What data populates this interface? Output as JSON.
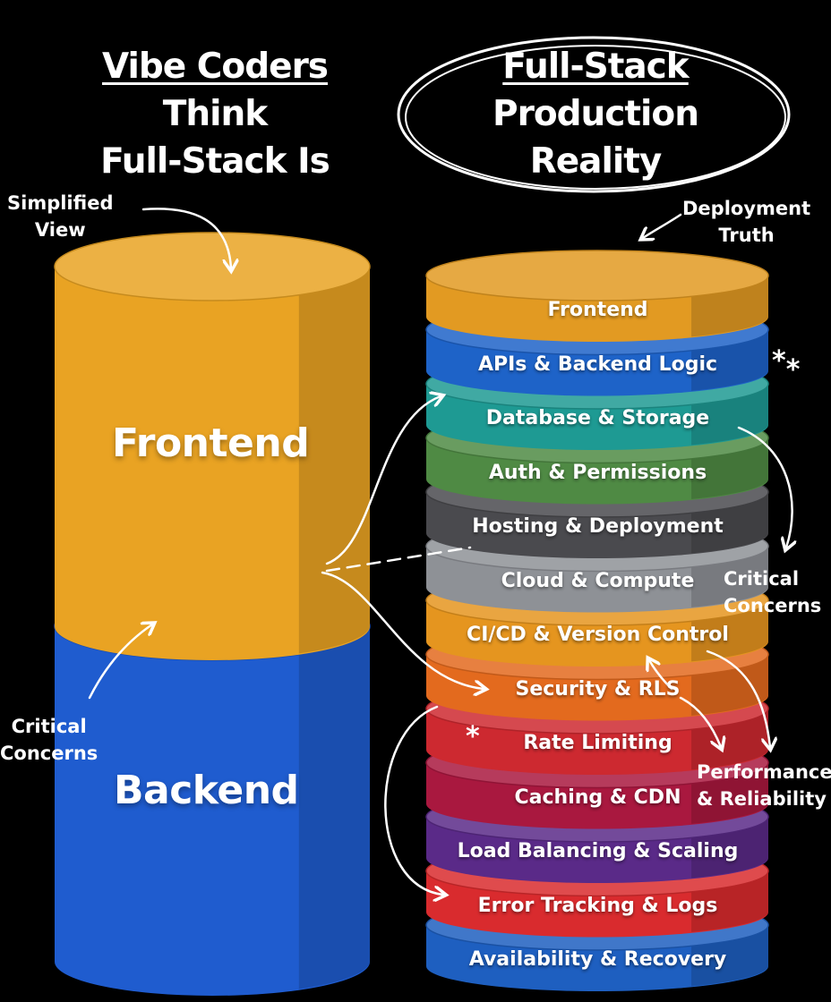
{
  "left_title": {
    "line1": "Vibe Coders",
    "line2": "Think",
    "line3": "Full-Stack Is"
  },
  "right_title": {
    "line1": "Full-Stack",
    "line2": "Production",
    "line3": "Reality"
  },
  "notes": {
    "simplified_view": {
      "line1": "Simplified",
      "line2": "View"
    },
    "deployment_truth": {
      "line1": "Deployment",
      "line2": "Truth"
    },
    "critical_concerns_left": {
      "line1": "Critical",
      "line2": "Concerns"
    },
    "critical_concerns_right": {
      "line1": "Critical",
      "line2": "Concerns"
    },
    "performance_reliability": {
      "line1": "Performance",
      "line2": "& Reliability"
    }
  },
  "simplified_stack": [
    {
      "label": "Frontend",
      "color": "#E9A323"
    },
    {
      "label": "Backend",
      "color": "#1F5CCF"
    }
  ],
  "production_stack": [
    {
      "label": "Frontend",
      "color": "#E29A22"
    },
    {
      "label": "APIs & Backend Logic",
      "color": "#1E63C8"
    },
    {
      "label": "Database & Storage",
      "color": "#1E9A93"
    },
    {
      "label": "Auth & Permissions",
      "color": "#4F8A44"
    },
    {
      "label": "Hosting & Deployment",
      "color": "#4A4A4E"
    },
    {
      "label": "Cloud & Compute",
      "color": "#8E9196"
    },
    {
      "label": "CI/CD & Version Control",
      "color": "#E5951F"
    },
    {
      "label": "Security & RLS",
      "color": "#E36A1E"
    },
    {
      "label": "Rate Limiting",
      "color": "#CD2930"
    },
    {
      "label": "Caching & CDN",
      "color": "#A9183F"
    },
    {
      "label": "Load Balancing & Scaling",
      "color": "#5A2A88"
    },
    {
      "label": "Error Tracking & Logs",
      "color": "#D92B2E"
    },
    {
      "label": "Availability & Recovery",
      "color": "#1E5FC0"
    }
  ],
  "markers": {
    "double": "*",
    "single": "*"
  }
}
